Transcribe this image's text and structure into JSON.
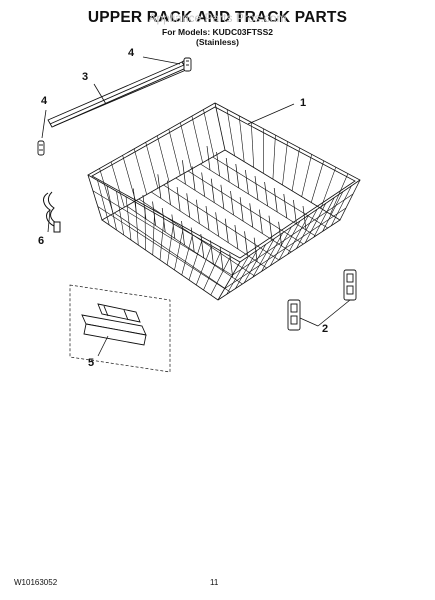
{
  "page": {
    "title": "UPPER RACK AND TRACK PARTS",
    "watermark": "Appliance Parts Pros.com",
    "models_line": "For Models: KUDC03FTSS2",
    "finish_line": "(Stainless)",
    "doc_number": "W10163052",
    "page_number": "11"
  },
  "callouts": [
    {
      "id": "1"
    },
    {
      "id": "2"
    },
    {
      "id": "3"
    },
    {
      "id": "4"
    },
    {
      "id": "4"
    },
    {
      "id": "5"
    },
    {
      "id": "6"
    }
  ],
  "colors": {
    "ink": "#111111",
    "watermark": "#c9c9c9"
  }
}
